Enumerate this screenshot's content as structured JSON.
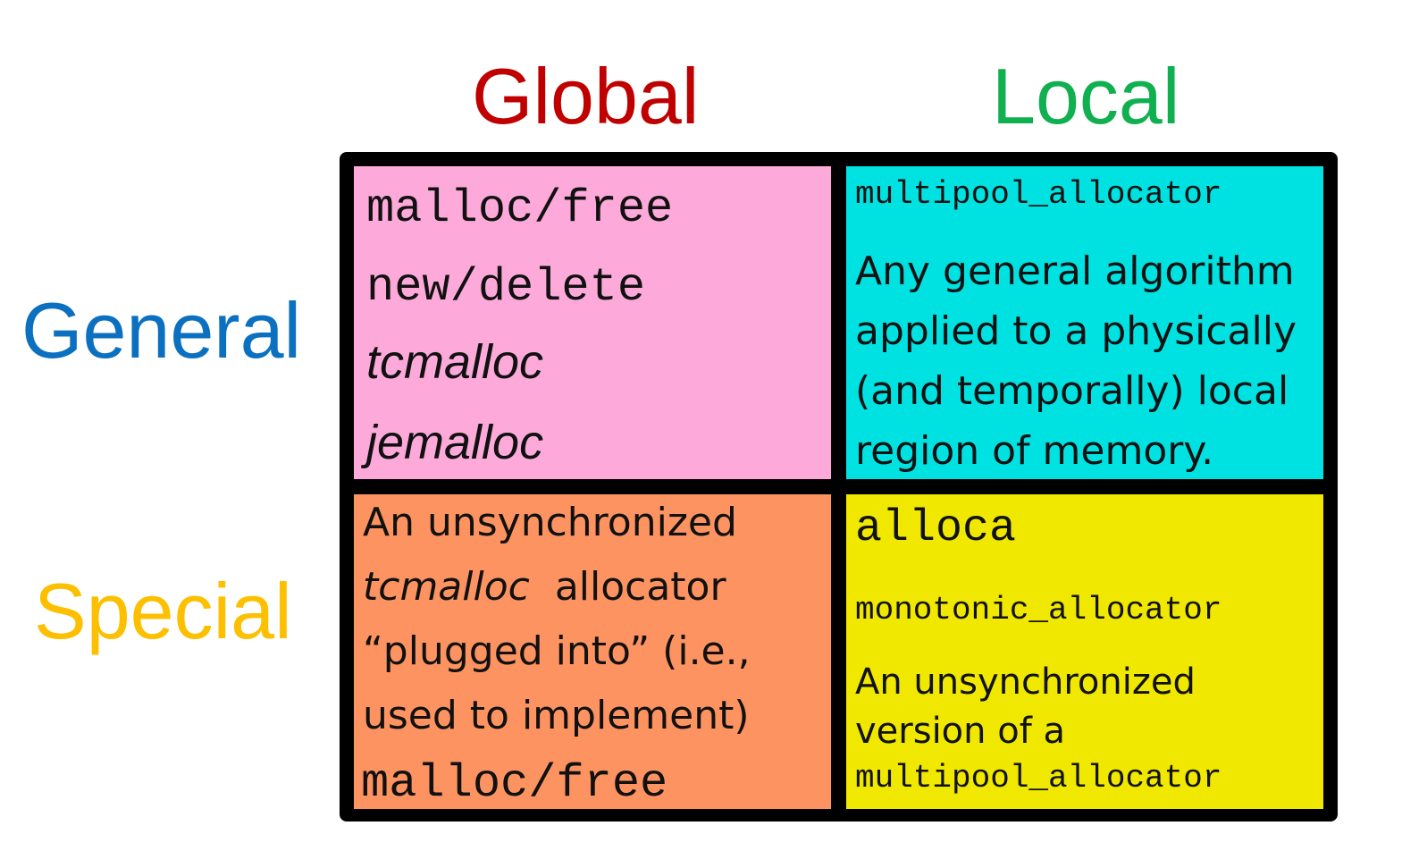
{
  "columns": {
    "global": "Global",
    "local": "Local"
  },
  "rows": {
    "general": "General",
    "special": "Special"
  },
  "cells": {
    "general_global": {
      "line1": "malloc/free",
      "line2": "new/delete",
      "line3": "tcmalloc",
      "line4": "jemalloc"
    },
    "general_local": {
      "code": "multipool_allocator",
      "desc": [
        "Any general algorithm",
        "applied to a physically",
        "(and temporally) local",
        "region of memory."
      ]
    },
    "special_global": {
      "line1": "An unsynchronized",
      "line2_italic": "tcmalloc",
      "line2_rest": "allocator",
      "line3": "“plugged into” (i.e.,",
      "line4": "used to implement)",
      "line5": "malloc/free"
    },
    "special_local": {
      "code1": "alloca",
      "code2": "monotonic_allocator",
      "desc1": "An unsynchronized",
      "desc2": "version of a",
      "code3": "multipool_allocator"
    }
  },
  "colors": {
    "global": "#c00000",
    "local": "#10b050",
    "general": "#0c70c0",
    "special": "#fcc000",
    "cell_general_global": "#fdaadb",
    "cell_general_local": "#00e2e2",
    "cell_special_global": "#fd9360",
    "cell_special_local": "#f0e800"
  }
}
